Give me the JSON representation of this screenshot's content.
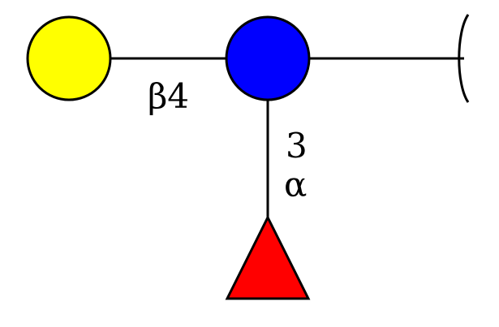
{
  "diagram": {
    "nodes": [
      {
        "id": "galactose",
        "symbol": "circle",
        "color": "#FFFF00",
        "stroke": "#000000"
      },
      {
        "id": "glcnac-core",
        "symbol": "circle",
        "color": "#0000FF",
        "stroke": "#000000"
      },
      {
        "id": "fucose",
        "symbol": "triangle",
        "color": "#FF0000",
        "stroke": "#000000"
      }
    ],
    "edges": [
      {
        "from": "galactose",
        "to": "glcnac-core",
        "label": "β4"
      },
      {
        "from": "fucose",
        "to": "glcnac-core",
        "position": "3",
        "anomer": "α"
      },
      {
        "from": "glcnac-core",
        "to": "reducing-end",
        "terminator": "bracket"
      }
    ]
  }
}
